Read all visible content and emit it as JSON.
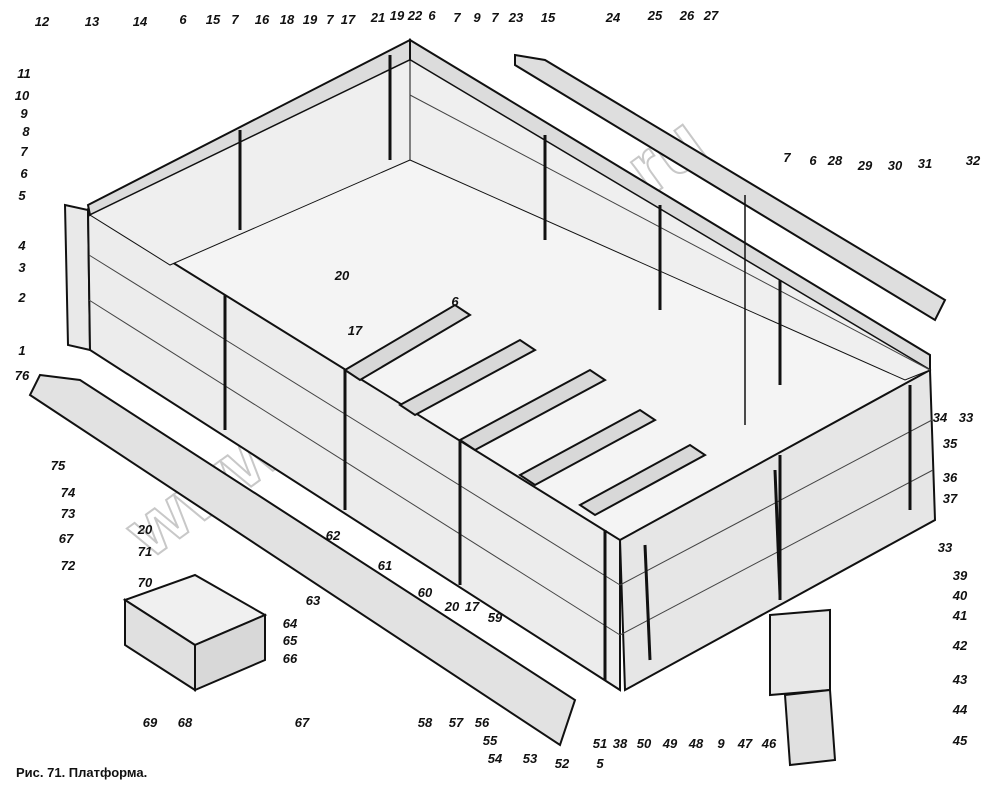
{
  "caption": "Рис. 71. Платформа.",
  "watermark": "www.shikron-top.ru",
  "callouts": [
    {
      "id": "c-12",
      "text": "12"
    },
    {
      "id": "c-13",
      "text": "13"
    },
    {
      "id": "c-14",
      "text": "14"
    },
    {
      "id": "c-6a",
      "text": "6"
    },
    {
      "id": "c-15a",
      "text": "15"
    },
    {
      "id": "c-7a",
      "text": "7"
    },
    {
      "id": "c-16",
      "text": "16"
    },
    {
      "id": "c-18",
      "text": "18"
    },
    {
      "id": "c-19a",
      "text": "19"
    },
    {
      "id": "c-7b",
      "text": "7"
    },
    {
      "id": "c-17a",
      "text": "17"
    },
    {
      "id": "c-21",
      "text": "21"
    },
    {
      "id": "c-19b",
      "text": "19"
    },
    {
      "id": "c-22",
      "text": "22"
    },
    {
      "id": "c-6b",
      "text": "6"
    },
    {
      "id": "c-7c",
      "text": "7"
    },
    {
      "id": "c-9a",
      "text": "9"
    },
    {
      "id": "c-7d",
      "text": "7"
    },
    {
      "id": "c-23",
      "text": "23"
    },
    {
      "id": "c-15b",
      "text": "15"
    },
    {
      "id": "c-24",
      "text": "24"
    },
    {
      "id": "c-25",
      "text": "25"
    },
    {
      "id": "c-26",
      "text": "26"
    },
    {
      "id": "c-27",
      "text": "27"
    },
    {
      "id": "c-11",
      "text": "11"
    },
    {
      "id": "c-10",
      "text": "10"
    },
    {
      "id": "c-9b",
      "text": "9"
    },
    {
      "id": "c-8",
      "text": "8"
    },
    {
      "id": "c-7e",
      "text": "7"
    },
    {
      "id": "c-6c",
      "text": "6"
    },
    {
      "id": "c-5a",
      "text": "5"
    },
    {
      "id": "c-4",
      "text": "4"
    },
    {
      "id": "c-3",
      "text": "3"
    },
    {
      "id": "c-2",
      "text": "2"
    },
    {
      "id": "c-1",
      "text": "1"
    },
    {
      "id": "c-20a",
      "text": "20"
    },
    {
      "id": "c-17b",
      "text": "17"
    },
    {
      "id": "c-6d",
      "text": "6"
    },
    {
      "id": "c-7f",
      "text": "7"
    },
    {
      "id": "c-6e",
      "text": "6"
    },
    {
      "id": "c-28",
      "text": "28"
    },
    {
      "id": "c-29",
      "text": "29"
    },
    {
      "id": "c-30",
      "text": "30"
    },
    {
      "id": "c-31",
      "text": "31"
    },
    {
      "id": "c-32",
      "text": "32"
    },
    {
      "id": "c-34",
      "text": "34"
    },
    {
      "id": "c-33a",
      "text": "33"
    },
    {
      "id": "c-35",
      "text": "35"
    },
    {
      "id": "c-36",
      "text": "36"
    },
    {
      "id": "c-37",
      "text": "37"
    },
    {
      "id": "c-33b",
      "text": "33"
    },
    {
      "id": "c-76",
      "text": "76"
    },
    {
      "id": "c-75",
      "text": "75"
    },
    {
      "id": "c-74",
      "text": "74"
    },
    {
      "id": "c-73",
      "text": "73"
    },
    {
      "id": "c-67a",
      "text": "67"
    },
    {
      "id": "c-20b",
      "text": "20"
    },
    {
      "id": "c-72",
      "text": "72"
    },
    {
      "id": "c-71",
      "text": "71"
    },
    {
      "id": "c-70",
      "text": "70"
    },
    {
      "id": "c-62",
      "text": "62"
    },
    {
      "id": "c-61",
      "text": "61"
    },
    {
      "id": "c-60",
      "text": "60"
    },
    {
      "id": "c-63",
      "text": "63"
    },
    {
      "id": "c-64",
      "text": "64"
    },
    {
      "id": "c-65",
      "text": "65"
    },
    {
      "id": "c-66",
      "text": "66"
    },
    {
      "id": "c-69",
      "text": "69"
    },
    {
      "id": "c-68",
      "text": "68"
    },
    {
      "id": "c-67b",
      "text": "67"
    },
    {
      "id": "c-20c",
      "text": "20"
    },
    {
      "id": "c-17c",
      "text": "17"
    },
    {
      "id": "c-59",
      "text": "59"
    },
    {
      "id": "c-58",
      "text": "58"
    },
    {
      "id": "c-57",
      "text": "57"
    },
    {
      "id": "c-56",
      "text": "56"
    },
    {
      "id": "c-55",
      "text": "55"
    },
    {
      "id": "c-54",
      "text": "54"
    },
    {
      "id": "c-53",
      "text": "53"
    },
    {
      "id": "c-52",
      "text": "52"
    },
    {
      "id": "c-5b",
      "text": "5"
    },
    {
      "id": "c-51",
      "text": "51"
    },
    {
      "id": "c-38",
      "text": "38"
    },
    {
      "id": "c-50",
      "text": "50"
    },
    {
      "id": "c-49",
      "text": "49"
    },
    {
      "id": "c-48",
      "text": "48"
    },
    {
      "id": "c-9c",
      "text": "9"
    },
    {
      "id": "c-47",
      "text": "47"
    },
    {
      "id": "c-46",
      "text": "46"
    },
    {
      "id": "c-39",
      "text": "39"
    },
    {
      "id": "c-40",
      "text": "40"
    },
    {
      "id": "c-41",
      "text": "41"
    },
    {
      "id": "c-42",
      "text": "42"
    },
    {
      "id": "c-43",
      "text": "43"
    },
    {
      "id": "c-44",
      "text": "44"
    },
    {
      "id": "c-45",
      "text": "45"
    }
  ]
}
